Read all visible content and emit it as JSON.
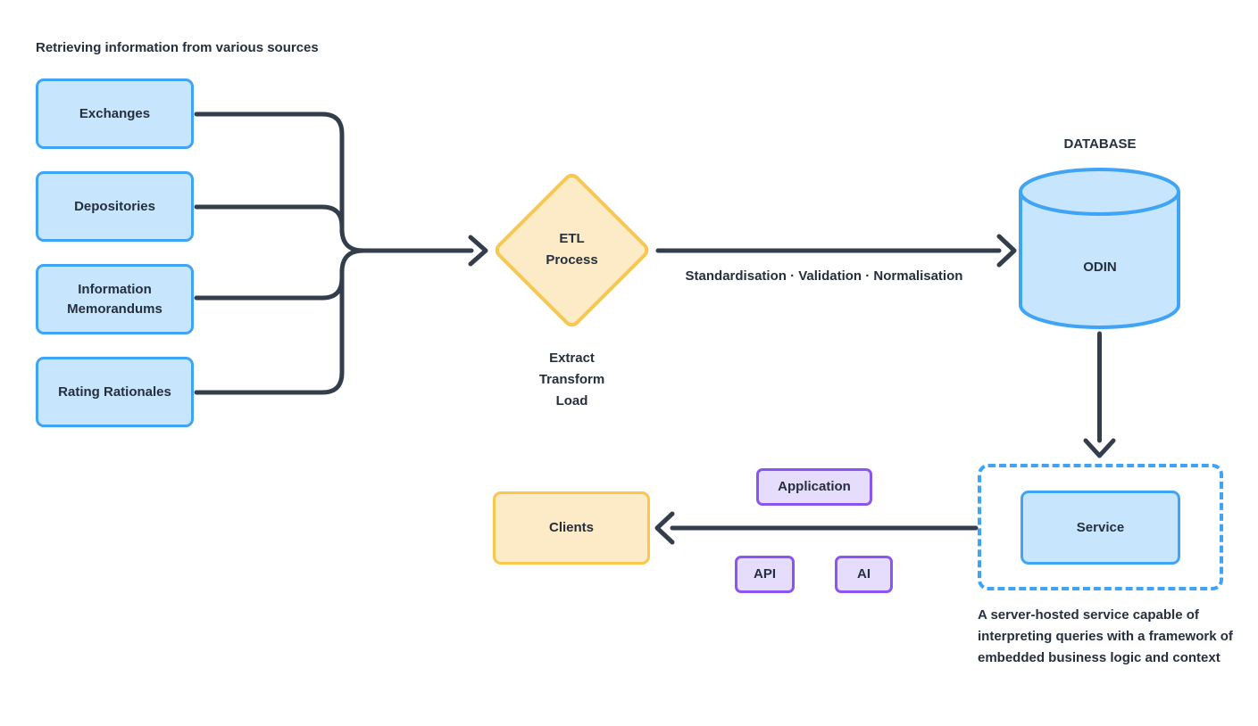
{
  "colors": {
    "line": "#333D4B",
    "text": "#252F3D",
    "blue_border": "#3FA4F6",
    "blue_fill": "#C7E6FD",
    "yellow_border": "#F8C74E",
    "yellow_fill": "#FCEBC6",
    "purple_border": "#8A55F0",
    "purple_fill": "#E6DCFB",
    "bg": "#FFFFFF"
  },
  "header": {
    "title": "Retrieving information from various sources"
  },
  "sources": {
    "items": [
      {
        "label": "Exchanges"
      },
      {
        "label": "Depositories"
      },
      {
        "label": "Information Memorandums"
      },
      {
        "label": "Rating Rationales"
      }
    ]
  },
  "etl": {
    "line1": "ETL",
    "line2": "Process",
    "sub": [
      "Extract",
      "Transform",
      "Load"
    ]
  },
  "pipeline": {
    "arrow_label": "Standardisation · Validation · Normalisation"
  },
  "database": {
    "caption": "DATABASE",
    "name": "ODIN"
  },
  "service": {
    "label": "Service",
    "description": "A server-hosted service capable of interpreting queries with a framework of embedded business logic and context"
  },
  "consumers": {
    "application": "Application",
    "api": "API",
    "ai": "AI"
  },
  "clients": {
    "label": "Clients"
  }
}
